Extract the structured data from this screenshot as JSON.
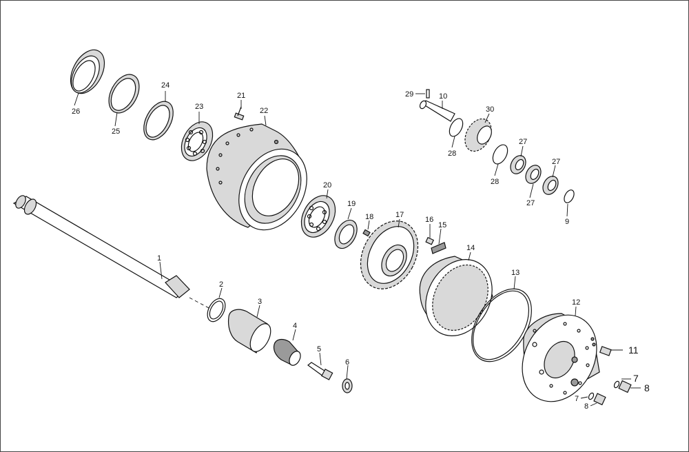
{
  "callouts": [
    {
      "id": "c1",
      "text": "1"
    },
    {
      "id": "c2",
      "text": "2"
    },
    {
      "id": "c3",
      "text": "3"
    },
    {
      "id": "c4",
      "text": "4"
    },
    {
      "id": "c5",
      "text": "5"
    },
    {
      "id": "c6",
      "text": "6"
    },
    {
      "id": "c7a",
      "text": "7"
    },
    {
      "id": "c7b",
      "text": "7"
    },
    {
      "id": "c8a",
      "text": "8"
    },
    {
      "id": "c8b",
      "text": "8"
    },
    {
      "id": "c9",
      "text": "9"
    },
    {
      "id": "c10",
      "text": "10"
    },
    {
      "id": "c11",
      "text": "11"
    },
    {
      "id": "c12",
      "text": "12"
    },
    {
      "id": "c13",
      "text": "13"
    },
    {
      "id": "c14",
      "text": "14"
    },
    {
      "id": "c15",
      "text": "15"
    },
    {
      "id": "c16",
      "text": "16"
    },
    {
      "id": "c17",
      "text": "17"
    },
    {
      "id": "c18",
      "text": "18"
    },
    {
      "id": "c19",
      "text": "19"
    },
    {
      "id": "c20",
      "text": "20"
    },
    {
      "id": "c21",
      "text": "21"
    },
    {
      "id": "c22",
      "text": "22"
    },
    {
      "id": "c23",
      "text": "23"
    },
    {
      "id": "c24",
      "text": "24"
    },
    {
      "id": "c25",
      "text": "25"
    },
    {
      "id": "c26",
      "text": "26"
    },
    {
      "id": "c27a",
      "text": "27"
    },
    {
      "id": "c27b",
      "text": "27"
    },
    {
      "id": "c27c",
      "text": "27"
    },
    {
      "id": "c28a",
      "text": "28"
    },
    {
      "id": "c28b",
      "text": "28"
    },
    {
      "id": "c29",
      "text": "29"
    },
    {
      "id": "c30",
      "text": "30"
    }
  ]
}
